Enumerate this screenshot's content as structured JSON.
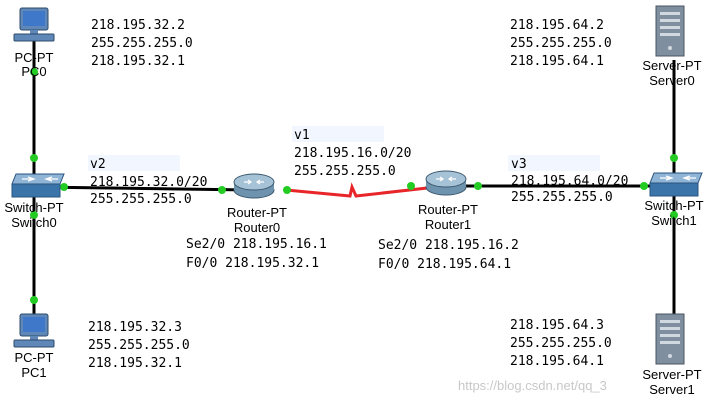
{
  "colors": {
    "ethernet_link": "#000000",
    "serial_link": "#e8262a",
    "port_up": "#22cc22",
    "label_highlight": "#f2f6ff",
    "pc_body": "#5f88b8",
    "pc_screen": "#3f78c8",
    "switch_body": "#3a74a8",
    "router_body": "#6e93ae",
    "server_body": "#7f8f9f"
  },
  "devices": {
    "pc0": {
      "type_label": "PC-PT",
      "name": "PC0",
      "icon": "pc-icon"
    },
    "pc1": {
      "type_label": "PC-PT",
      "name": "PC1",
      "icon": "pc-icon"
    },
    "switch0": {
      "type_label": "Switch-PT",
      "name": "Switch0",
      "icon": "switch-icon"
    },
    "switch1": {
      "type_label": "Switch-PT",
      "name": "Switch1",
      "icon": "switch-icon"
    },
    "router0": {
      "type_label": "Router-PT",
      "name": "Router0",
      "icon": "router-icon"
    },
    "router1": {
      "type_label": "Router-PT",
      "name": "Router1",
      "icon": "router-icon"
    },
    "server0": {
      "type_label": "Server-PT",
      "name": "Server0",
      "icon": "server-icon"
    },
    "server1": {
      "type_label": "Server-PT",
      "name": "Server1",
      "icon": "server-icon"
    }
  },
  "notes": {
    "pc0": {
      "ip": "218.195.32.2",
      "mask": "255.255.255.0",
      "gateway": "218.195.32.1"
    },
    "pc1": {
      "ip": "218.195.32.3",
      "mask": "255.255.255.0",
      "gateway": "218.195.32.1"
    },
    "server0": {
      "ip": "218.195.64.2",
      "mask": "255.255.255.0",
      "gateway": "218.195.64.1"
    },
    "server1": {
      "ip": "218.195.64.3",
      "mask": "255.255.255.0",
      "gateway": "218.195.64.1"
    },
    "v1": {
      "name": "v1",
      "network": "218.195.16.0/20",
      "mask": "255.255.255.0"
    },
    "v2": {
      "name": "v2",
      "network": "218.195.32.0/20",
      "mask": "255.255.255.0"
    },
    "v3": {
      "name": "v3",
      "network": "218.195.64.0/20",
      "mask": "255.255.255.0"
    },
    "router0": {
      "se": "Se2/0 218.195.16.1",
      "fa": "F0/0 218.195.32.1"
    },
    "router1": {
      "se": "Se2/0 218.195.16.2",
      "fa": "F0/0 218.195.64.1"
    }
  },
  "watermark": "https://blog.csdn.net/qq_3"
}
